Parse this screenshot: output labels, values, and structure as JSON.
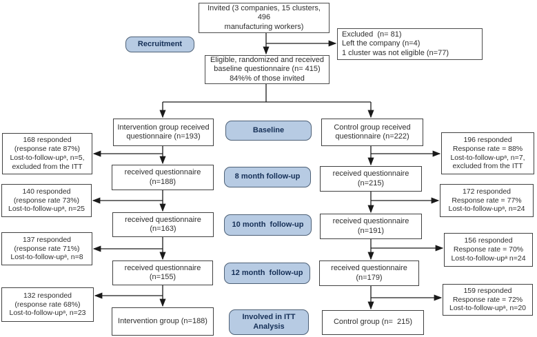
{
  "colors": {
    "label_fill": "#b7cbe3",
    "label_border": "#4c5f75",
    "label_text": "#152f56",
    "box_border": "#3f3f3f",
    "line": "#1a1a1a"
  },
  "top": {
    "invited": "Invited (3 companies, 15 clusters, 496\nmanufacturing workers)",
    "excluded": "Excluded  (n= 81)\nLeft the company (n=4)\n1 cluster was not eligible (n=77)",
    "eligible": "Eligible, randomized and received\nbaseline questionnaire (n= 415)\n84%% of those invited"
  },
  "labels": {
    "recruitment": "Recruitment"
  },
  "rows": [
    {
      "label": "Baseline",
      "left_box": "Intervention group received\nquestionnaire (n=193)",
      "right_box": "Control group received\nquestionnaire (n=222)",
      "left_side": "168 responded\n(response rate 87%)\nLost-to-follow-upᵃ, n=5,\nexcluded from the ITT",
      "right_side": "196 responded\nResponse rate = 88%\nLost-to-follow-upᵃ, n=7,\nexcluded from the ITT"
    },
    {
      "label": "8 month follow-up",
      "left_box": "received questionnaire\n(n=188)",
      "right_box": "received questionnaire\n(n=215)",
      "left_side": "140 responded\n(response rate 73%)\nLost-to-follow-upᵃ, n=25",
      "right_side": "172 responded\nResponse rate = 77%\nLost-to-follow-upᵃ, n=24"
    },
    {
      "label": "10 month  follow-up",
      "left_box": "received questionnaire\n(n=163)",
      "right_box": "received questionnaire\n(n=191)",
      "left_side": "137 responded\n(response rate 71%)\nLost-to-follow-upᵃ, n=8",
      "right_side": "156 responded\nResponse rate = 70%\nLost-to-follow-upᵃ n=24"
    },
    {
      "label": "12 month  follow-up",
      "left_box": "received questionnaire\n(n=155)",
      "right_box": "received questionnaire\n(n=179)",
      "left_side": "132 responded\n(response rate 68%)\nLost-to-follow-upᵃ, n=23",
      "right_side": "159 responded\nResponse rate = 72%\nLost-to-follow-upᵃ, n=20"
    }
  ],
  "final": {
    "label": "Involved in ITT\nAnalysis",
    "left_box": "Intervention group (n=188)",
    "right_box": "Control group (n=  215)"
  }
}
